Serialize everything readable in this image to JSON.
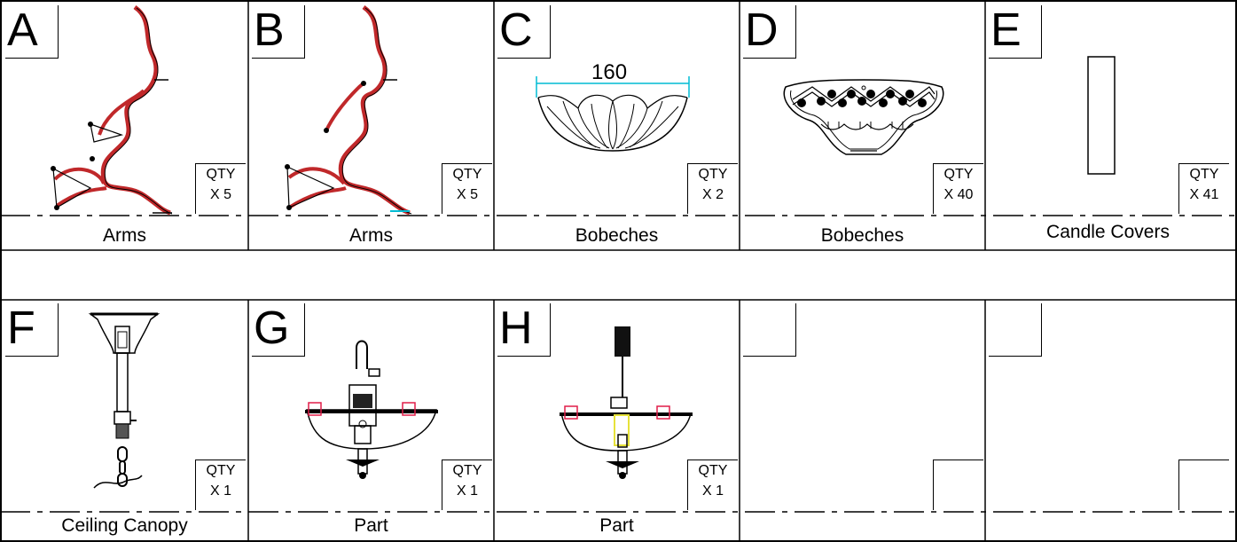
{
  "panels": [
    {
      "letter": "A",
      "qty_label": "QTY",
      "qty_value": "X 5",
      "name": "Arms"
    },
    {
      "letter": "B",
      "qty_label": "QTY",
      "qty_value": "X 5",
      "name": "Arms"
    },
    {
      "letter": "C",
      "qty_label": "QTY",
      "qty_value": "X 2",
      "name": "Bobeches",
      "dimension": "160"
    },
    {
      "letter": "D",
      "qty_label": "QTY",
      "qty_value": "X 40",
      "name": "Bobeches"
    },
    {
      "letter": "E",
      "qty_label": "QTY",
      "qty_value": "X 41",
      "name": "Candle Covers"
    },
    {
      "letter": "F",
      "qty_label": "QTY",
      "qty_value": "X 1",
      "name": "Ceiling Canopy"
    },
    {
      "letter": "G",
      "qty_label": "QTY",
      "qty_value": "X 1",
      "name": "Part"
    },
    {
      "letter": "H",
      "qty_label": "QTY",
      "qty_value": "X 1",
      "name": "Part"
    },
    {
      "letter": "",
      "qty_label": "",
      "qty_value": "",
      "name": ""
    },
    {
      "letter": "",
      "qty_label": "",
      "qty_value": "",
      "name": ""
    }
  ],
  "colors": {
    "arm": "#c0282a",
    "dimension": "#00bcd4",
    "accent": "#e11d48",
    "highlight": "#e6e23a",
    "line": "#000000"
  }
}
